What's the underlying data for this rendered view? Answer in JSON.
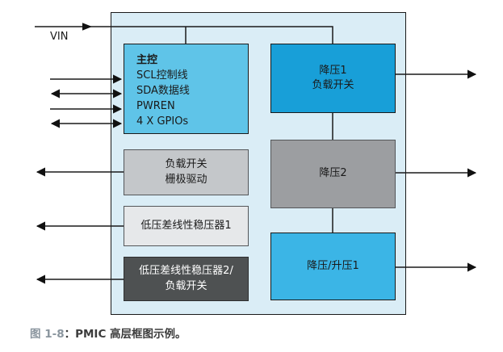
{
  "figure": {
    "vin_label": "VIN",
    "blocks": {
      "master": {
        "title": "主控",
        "lines": [
          "SCL控制线",
          "SDA数据线",
          "PWREN",
          "4 X GPIOs"
        ]
      },
      "buck1": {
        "lines": [
          "降压1",
          "负载开关"
        ]
      },
      "buck2": {
        "label": "降压2"
      },
      "buck_boost1": {
        "label": "降压/升压1"
      },
      "load_switch_gate_drive": {
        "lines": [
          "负载开关",
          "栅极驱动"
        ]
      },
      "ldo1": {
        "label": "低压差线性稳压器1"
      },
      "ldo2": {
        "lines": [
          "低压差线性稳压器2/",
          "负载开关"
        ]
      }
    },
    "caption": {
      "label": "图 1-8",
      "text": "：PMIC 高层框图示例。"
    },
    "colors": {
      "chip_fill": "#DAEDF6",
      "chip_border": "#1A1A1A",
      "master_fill": "#5FC4E8",
      "buck1_fill": "#189FD8",
      "buck2_fill": "#9C9EA1",
      "buck_boost1_fill": "#3BB5E6",
      "load_switch_gate_drive_fill": "#C4C7CA",
      "ldo1_fill": "#E6E8EA",
      "ldo2_fill": "#4E5152",
      "wire": "#1A1A1A",
      "caption_label": "#8A959E",
      "caption_text": "#3C3C3C"
    }
  }
}
